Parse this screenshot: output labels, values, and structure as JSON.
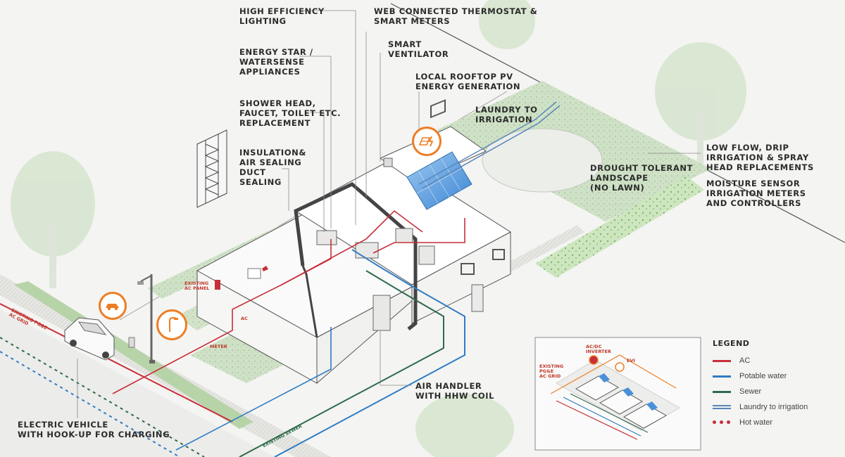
{
  "callouts": {
    "lighting": "HIGH EFFICIENCY\nLIGHTING",
    "thermostat": "WEB CONNECTED THERMOSTAT &\nSMART METERS",
    "ventilator": "SMART\nVENTILATOR",
    "appliances": "ENERGY STAR /\nWATERSENSE\nAPPLIANCES",
    "pv": "LOCAL ROOFTOP PV\nENERGY GENERATION",
    "fixtures": "SHOWER HEAD,\nFAUCET, TOILET ETC.\nREPLACEMENT",
    "laundry": "LAUNDRY TO\nIRRIGATION",
    "insulation": "INSULATION&\nAIR SEALING\nDUCT\nSEALING",
    "drought": "DROUGHT TOLERANT\nLANDSCAPE\n(NO LAWN)",
    "lowflow": "LOW FLOW, DRIP\nIRRIGATION & SPRAY\nHEAD REPLACEMENTS",
    "moisture": "MOISTURE SENSOR\nIRRIGATION METERS\nAND CONTROLLERS",
    "airhandler": "AIR HANDLER\nWITH HHW COIL",
    "ev": "ELECTRIC VEHICLE\nWITH HOOK-UP FOR CHARGING"
  },
  "small_labels": {
    "grid": "EXISTING PG&E\nAC GRID",
    "panel": "EXISTING\nAC PANEL",
    "ac": "AC",
    "meter": "METER",
    "sewer": "EXISTING SEWER",
    "inset_grid": "EXISTING\nPG&E\nAC GRID",
    "inset_inverter": "AC/DC\nINVERTER",
    "inset_evi": "EVI"
  },
  "legend": {
    "title": "LEGEND",
    "items": [
      {
        "label": "AC",
        "color": "#c62f3a",
        "style": "line"
      },
      {
        "label": "Potable water",
        "color": "#2f7cc4",
        "style": "line"
      },
      {
        "label": "Sewer",
        "color": "#2e6a4a",
        "style": "line"
      },
      {
        "label": "Laundry to irrigation",
        "color": "#5a86b8",
        "style": "double"
      },
      {
        "label": "Hot water",
        "color": "#c62f3a",
        "style": "dots"
      }
    ]
  },
  "icons": [
    "solar-energy-icon",
    "electric-car-icon",
    "street-lamp-icon"
  ],
  "colors": {
    "accent": "#ee7d23",
    "ac": "#c62f3a",
    "potable": "#2f7cc4",
    "sewer": "#2e6a4a",
    "laundry": "#5a86b8",
    "landscape": "#c9dcc0",
    "solar": "#4a90d9"
  }
}
